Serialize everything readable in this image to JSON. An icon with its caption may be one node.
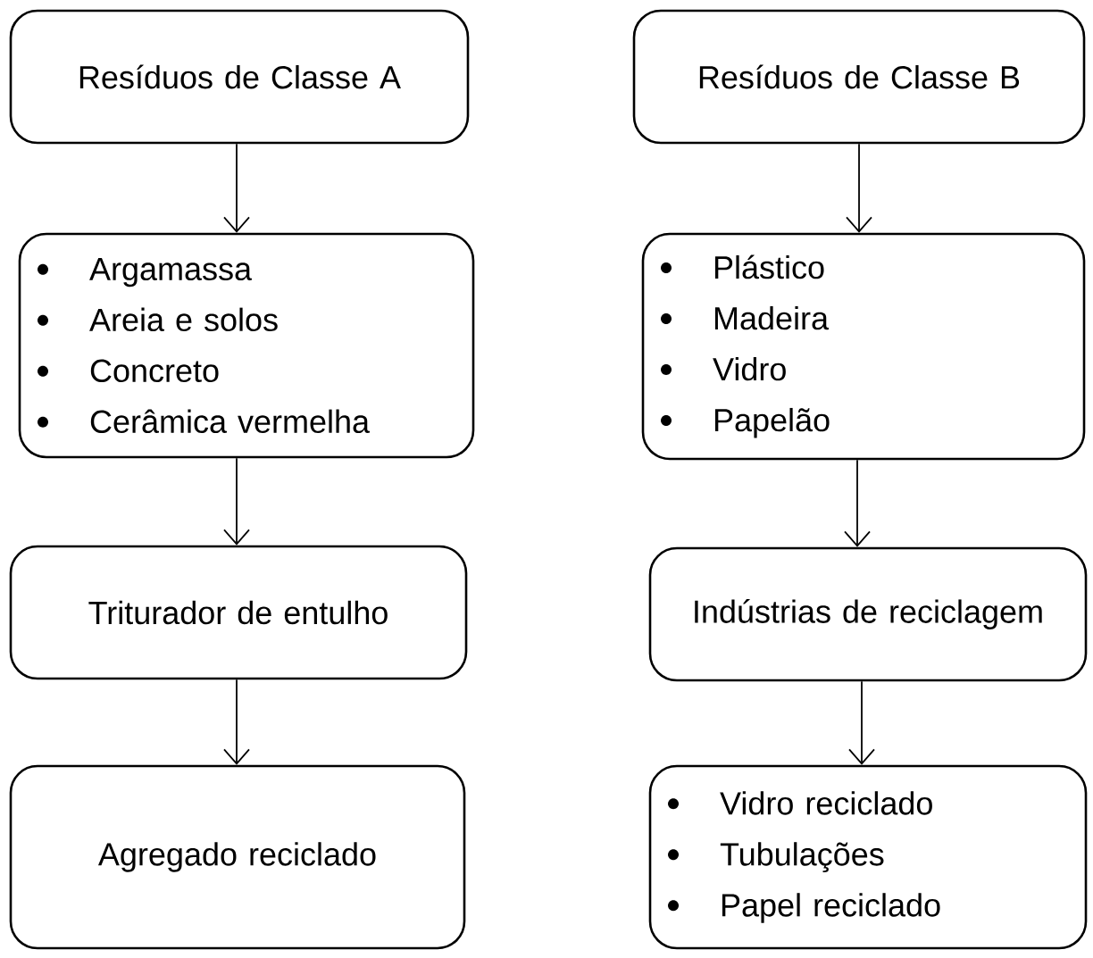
{
  "diagram": {
    "nodes": [
      {
        "text": [
          "Resíduos de Classe A"
        ]
      },
      {
        "text": [
          "Argamassa",
          "Areia e solos",
          "Concreto",
          "Cerâmica vermelha"
        ]
      },
      {
        "text": [
          "Triturador de entulho"
        ]
      },
      {
        "text": [
          "Agregado reciclado"
        ]
      },
      {
        "text": [
          "Resíduos de Classe B"
        ]
      },
      {
        "text": [
          "Plástico",
          "Madeira",
          "Vidro",
          "Papelão"
        ]
      },
      {
        "text": [
          "Indústrias de reciclagem"
        ]
      },
      {
        "text": [
          "Vidro reciclado",
          "Tubulações",
          "Papel reciclado"
        ]
      }
    ],
    "edges": [
      {
        "from": 0,
        "to": 1,
        "arrow": "to"
      },
      {
        "from": 1,
        "to": 2,
        "arrow": "to"
      },
      {
        "from": 2,
        "to": 3,
        "arrow": "to"
      },
      {
        "from": 4,
        "to": 5,
        "arrow": "to"
      },
      {
        "from": 5,
        "to": 6,
        "arrow": "to"
      },
      {
        "from": 6,
        "to": 7,
        "arrow": "to"
      }
    ]
  }
}
